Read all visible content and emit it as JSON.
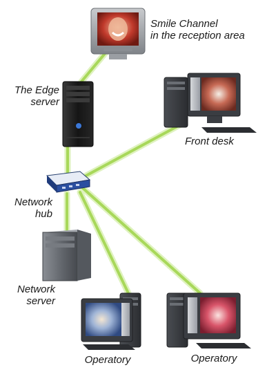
{
  "labels": {
    "tv": [
      "Smile Channel",
      "in the reception area"
    ],
    "edge_server": [
      "The Edge",
      "server"
    ],
    "front_desk": "Front desk",
    "hub": [
      "Network",
      "hub"
    ],
    "network_server": [
      "Network",
      "server"
    ],
    "operatory_left": "Operatory",
    "operatory_right": "Operatory"
  },
  "colors": {
    "link": "#a8d85a",
    "link_glow": "#d8f0b0",
    "tower_dark": "#1c1c1c",
    "tower_gray": "#6d7076",
    "monitor_gray": "#5b5f66",
    "hub_blue": "#2b4fa0"
  },
  "icons": [
    "tv-icon",
    "edge-server-tower-icon",
    "front-desk-computer-icon",
    "network-hub-icon",
    "network-server-tower-icon",
    "operatory-computer-icon"
  ]
}
